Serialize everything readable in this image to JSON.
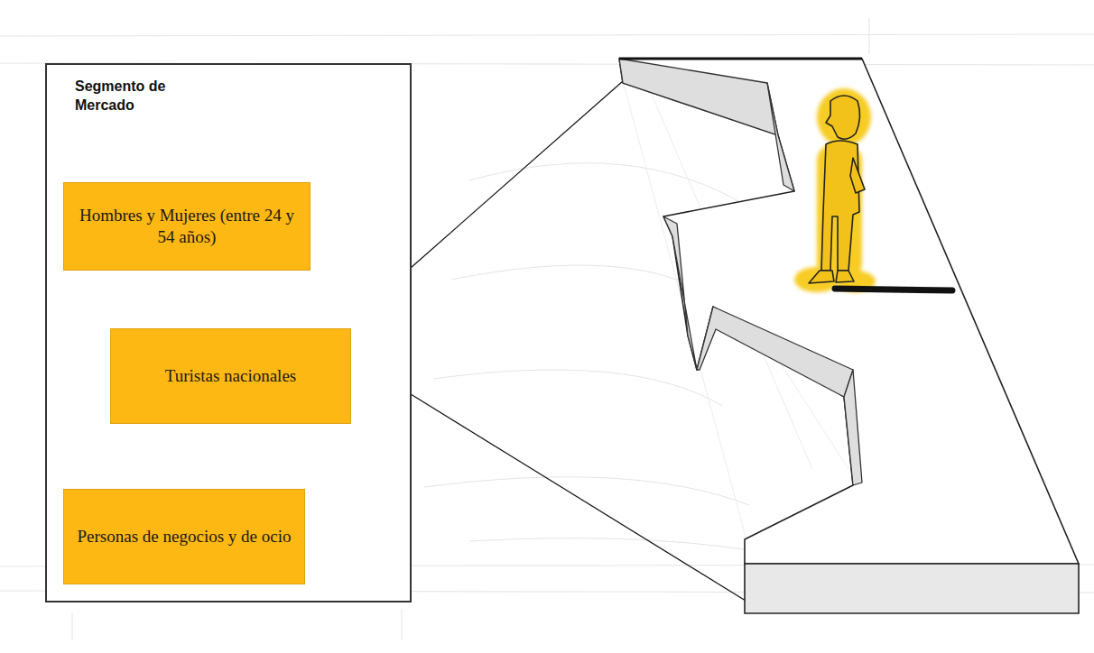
{
  "diagram": {
    "nodes": [
      {
        "text": [
          "Segmento de Mercado"
        ]
      },
      {
        "text": [
          "Hombres y Mujeres (entre 24 y 54 años)"
        ],
        "in": 0
      },
      {
        "text": [
          "Turistas nacionales"
        ],
        "in": 0
      },
      {
        "text": [
          "Personas de negocios y de ocio"
        ],
        "in": 0
      }
    ]
  }
}
